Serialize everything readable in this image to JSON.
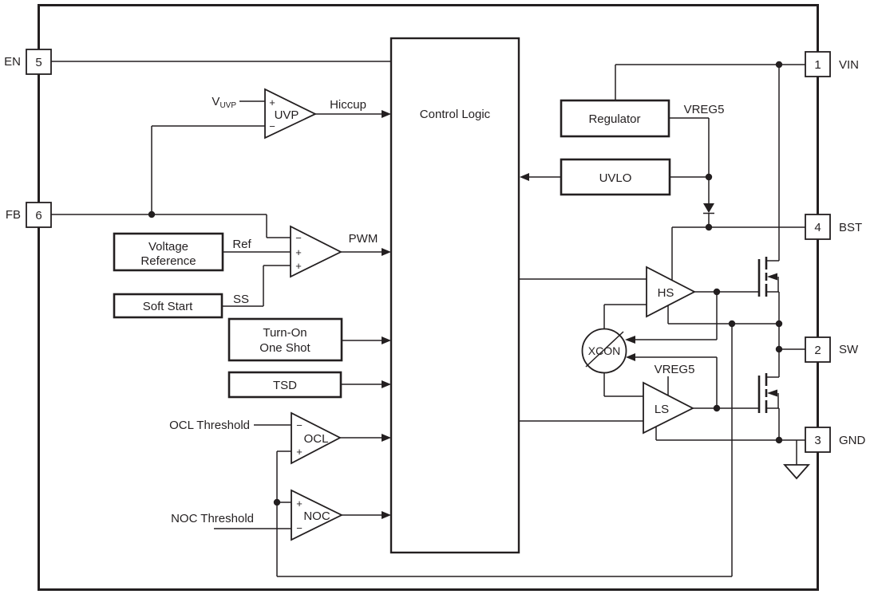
{
  "figure": {
    "type": "functional-block-diagram",
    "line_color": "#231f20",
    "background": "#ffffff"
  },
  "pins": {
    "en": {
      "number": "5",
      "label": "EN"
    },
    "fb": {
      "number": "6",
      "label": "FB"
    },
    "vin": {
      "number": "1",
      "label": "VIN"
    },
    "bst": {
      "number": "4",
      "label": "BST"
    },
    "sw": {
      "number": "2",
      "label": "SW"
    },
    "gnd": {
      "number": "3",
      "label": "GND"
    }
  },
  "blocks": {
    "control_logic": {
      "label": "Control Logic"
    },
    "regulator": {
      "label": "Regulator"
    },
    "uvlo": {
      "label": "UVLO"
    },
    "voltage_reference": {
      "line1": "Voltage",
      "line2": "Reference"
    },
    "soft_start": {
      "label": "Soft Start"
    },
    "turn_on_one_shot": {
      "line1": "Turn-On",
      "line2": "One Shot"
    },
    "tsd": {
      "label": "TSD"
    }
  },
  "comparators": {
    "uvp": {
      "label": "UVP",
      "plus": "+",
      "minus": "−"
    },
    "error_amp": {
      "minus": "−",
      "plus1": "+",
      "plus2": "+"
    },
    "ocl": {
      "label": "OCL",
      "plus": "+",
      "minus": "−"
    },
    "noc": {
      "label": "NOC",
      "plus": "+",
      "minus": "−"
    }
  },
  "drivers": {
    "hs": {
      "label": "HS"
    },
    "ls": {
      "label": "LS"
    },
    "xcon": {
      "label": "XCON"
    }
  },
  "nets": {
    "vuvp": {
      "base": "V",
      "sub": "UVP"
    },
    "hiccup": "Hiccup",
    "pwm": "PWM",
    "ref": "Ref",
    "ss": "SS",
    "vreg5_regulator": "VREG5",
    "vreg5_ls": "VREG5",
    "ocl_threshold": "OCL Threshold",
    "noc_threshold": "NOC Threshold"
  }
}
